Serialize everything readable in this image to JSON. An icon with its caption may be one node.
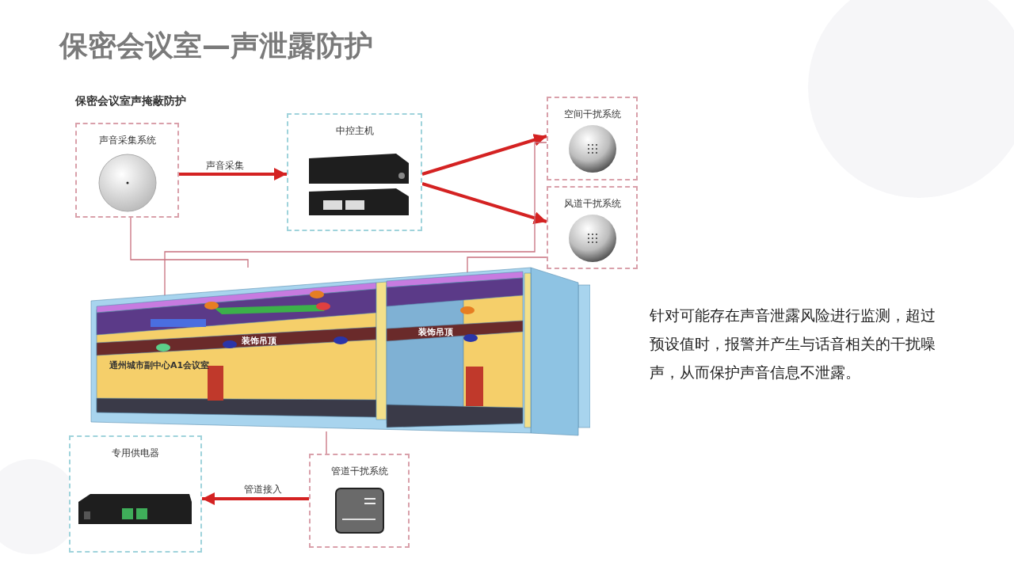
{
  "diagram": {
    "title": "保密会议室—声泄露防护",
    "nodes": [
      {
        "text": [
          "声音采集系统"
        ]
      },
      {
        "text": [
          "中控主机"
        ]
      },
      {
        "text": [
          "空间干扰系统"
        ]
      },
      {
        "text": [
          "风道干扰系统"
        ]
      },
      {
        "text": [
          "通州城市副中心A1会议室",
          "装饰吊顶",
          "装饰吊顶"
        ]
      },
      {
        "text": [
          "专用供电器"
        ]
      },
      {
        "text": [
          "管道干扰系统"
        ]
      }
    ],
    "edges": [
      {
        "from": 0,
        "to": 1,
        "arrow": "to",
        "label": "声音采集",
        "style": "thick"
      },
      {
        "from": 1,
        "to": 2,
        "arrow": "to",
        "style": "thick"
      },
      {
        "from": 1,
        "to": 3,
        "arrow": "to",
        "style": "thick"
      },
      {
        "from": 6,
        "to": 5,
        "arrow": "to",
        "label": "管道接入",
        "style": "thick"
      },
      {
        "from": 0,
        "to": 4,
        "arrow": "none",
        "color": "#c8707e"
      },
      {
        "from": 2,
        "to": 4,
        "arrow": "none",
        "color": "#c8707e"
      },
      {
        "from": 3,
        "to": 4,
        "arrow": "none",
        "color": "#c8707e"
      },
      {
        "from": 6,
        "to": 4,
        "arrow": "none",
        "color": "#c8707e"
      }
    ],
    "labels": [
      "保密会议室声掩蔽防护",
      "针对可能存在声音泄露风险进行监测，超过预设值时，报警并产生与话音相关的干扰噪声，从而保护声音信息不泄露。"
    ]
  }
}
